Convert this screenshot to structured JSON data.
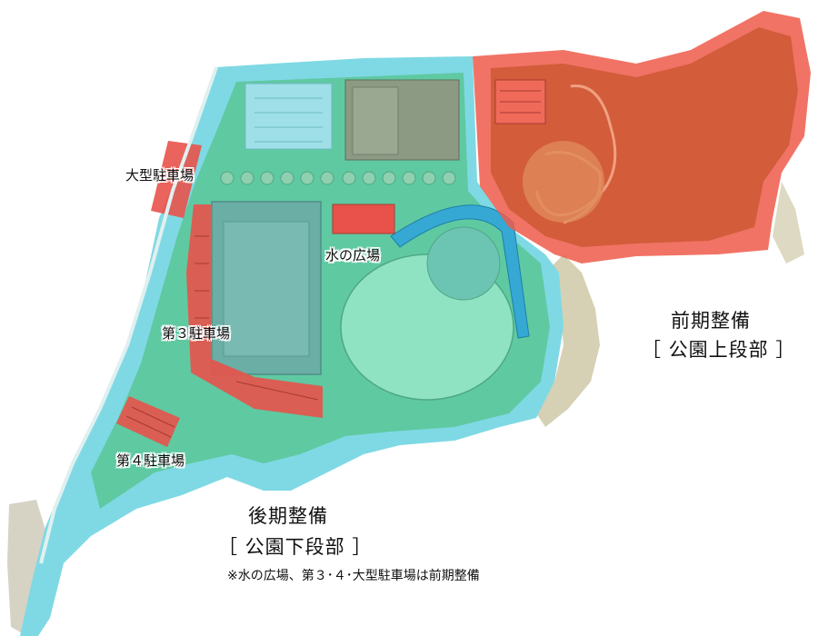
{
  "labels": {
    "large_parking": "大型駐車場",
    "water_plaza": "水の広場",
    "parking3": "第３駐車場",
    "parking4": "第４駐車場"
  },
  "zones": {
    "early": {
      "title": "前期整備",
      "subtitle": "［ 公園上段部 ］"
    },
    "late": {
      "title": "後期整備",
      "subtitle": "［ 公園下段部 ］"
    }
  },
  "note": "※水の広場、第３･４･大型駐車場は前期整備",
  "colors": {
    "early_zone": "#ee5a4a",
    "early_zone_dark": "#c8542c",
    "late_zone_cyan": "#7fd9e4",
    "late_zone_green": "#5cc79a",
    "parking_red": "#e8524a",
    "stadium_blue": "#35a8d4",
    "building": "#8c9a84",
    "rock": "#cfc9a8"
  }
}
